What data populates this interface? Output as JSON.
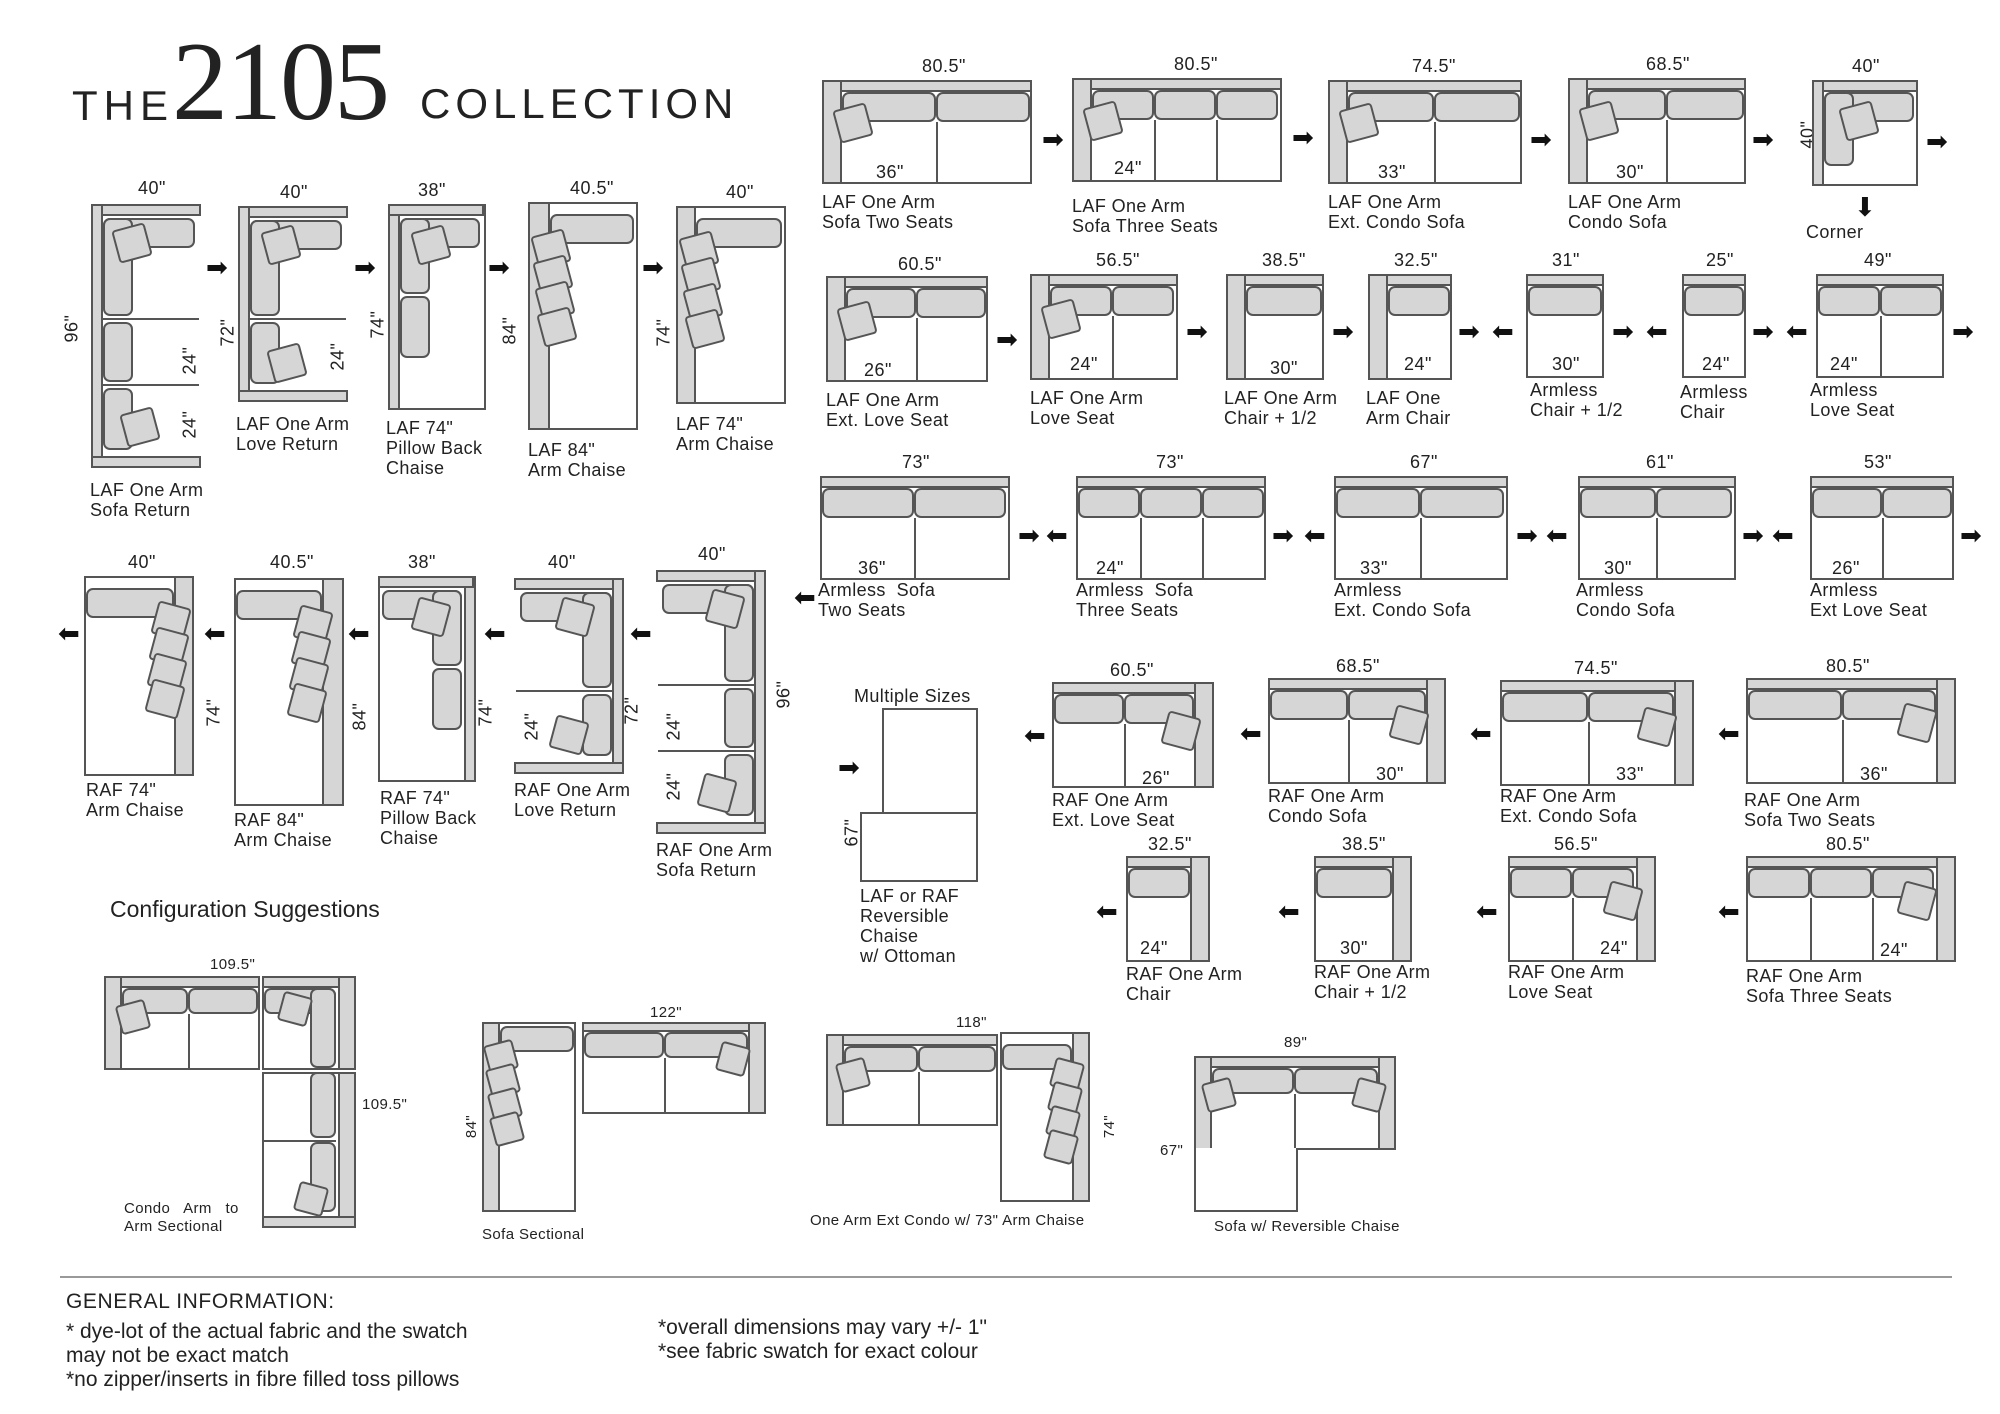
{
  "header": {
    "the": "THE",
    "number": "2105",
    "collection": "COLLECTION"
  },
  "config_heading": "Configuration Suggestions",
  "general": {
    "heading": "GENERAL INFORMATION:",
    "left_notes": [
      "* dye-lot of the actual fabric and the swatch",
      "may not be exact match",
      "*no zipper/inserts in fibre filled toss pillows"
    ],
    "right_notes": [
      "*overall dimensions may vary +/- 1\"",
      "*see fabric swatch for exact colour"
    ]
  },
  "multiple_sizes": {
    "label": "Multiple Sizes",
    "dim": "67\"",
    "caption": "LAF or RAF\nReversible\nChaise\nw/ Ottoman"
  },
  "corner_label": "Corner",
  "pieces": [
    {
      "id": "laf-one-arm-sofa-return",
      "w": "40\"",
      "h": "96\"",
      "seats": [
        "24\"",
        "24\""
      ],
      "label": "LAF One Arm\nSofa Return"
    },
    {
      "id": "laf-one-arm-love-return",
      "w": "40\"",
      "h": "72\"",
      "seats": [
        "24\""
      ],
      "label": "LAF One Arm\nLove Return"
    },
    {
      "id": "laf-74-pillow-back-chaise",
      "w": "38\"",
      "h": "74\"",
      "label": "LAF 74\"\nPillow Back\nChaise"
    },
    {
      "id": "laf-84-arm-chaise",
      "w": "40.5\"",
      "h": "84\"",
      "label": "LAF 84\"\nArm Chaise"
    },
    {
      "id": "laf-74-arm-chaise",
      "w": "40\"",
      "h": "74\"",
      "label": "LAF 74\"\nArm Chaise"
    },
    {
      "id": "raf-74-arm-chaise",
      "w": "40\"",
      "h": "74\"",
      "label": "RAF 74\"\nArm Chaise"
    },
    {
      "id": "raf-84-arm-chaise",
      "w": "40.5\"",
      "h": "84\"",
      "label": "RAF 84\"\nArm Chaise"
    },
    {
      "id": "raf-74-pillow-back-chaise",
      "w": "38\"",
      "h": "74\"",
      "label": "RAF 74\"\nPillow Back\nChaise"
    },
    {
      "id": "raf-one-arm-love-return",
      "w": "40\"",
      "h": "72\"",
      "seats": [
        "24\""
      ],
      "label": "RAF One Arm\nLove Return"
    },
    {
      "id": "raf-one-arm-sofa-return",
      "w": "40\"",
      "h": "96\"",
      "seats": [
        "24\"",
        "24\""
      ],
      "label": "RAF One Arm\nSofa Return"
    },
    {
      "id": "laf-one-arm-sofa-two-seats",
      "w": "80.5\"",
      "seat": "36\"",
      "label": "LAF One Arm\nSofa Two Seats"
    },
    {
      "id": "laf-one-arm-sofa-three-seats",
      "w": "80.5\"",
      "seat": "24\"",
      "label": "LAF One Arm\nSofa Three Seats"
    },
    {
      "id": "laf-one-arm-ext-condo-sofa",
      "w": "74.5\"",
      "seat": "33\"",
      "label": "LAF One Arm\nExt. Condo Sofa"
    },
    {
      "id": "laf-one-arm-condo-sofa",
      "w": "68.5\"",
      "seat": "30\"",
      "label": "LAF One Arm\nCondo Sofa"
    },
    {
      "id": "corner",
      "w": "40\"",
      "h": "40\"",
      "label": "Corner"
    },
    {
      "id": "laf-one-arm-ext-love-seat",
      "w": "60.5\"",
      "seat": "26\"",
      "label": "LAF One Arm\nExt. Love Seat"
    },
    {
      "id": "laf-one-arm-love-seat",
      "w": "56.5\"",
      "seat": "24\"",
      "label": "LAF One Arm\nLove Seat"
    },
    {
      "id": "laf-one-arm-chair-half",
      "w": "38.5\"",
      "seat": "30\"",
      "label": "LAF One Arm\nChair + 1/2"
    },
    {
      "id": "laf-one-arm-chair",
      "w": "32.5\"",
      "seat": "24\"",
      "label": "LAF One\nArm Chair"
    },
    {
      "id": "armless-chair-half",
      "w": "31\"",
      "seat": "30\"",
      "label": "Armless\nChair + 1/2"
    },
    {
      "id": "armless-chair",
      "w": "25\"",
      "seat": "24\"",
      "label": "Armless\nChair"
    },
    {
      "id": "armless-love-seat",
      "w": "49\"",
      "seat": "24\"",
      "label": "Armless\nLove Seat"
    },
    {
      "id": "armless-sofa-two-seats",
      "w": "73\"",
      "seat": "36\"",
      "label": "Armless  Sofa\nTwo Seats"
    },
    {
      "id": "armless-sofa-three-seats",
      "w": "73\"",
      "seat": "24\"",
      "label": "Armless  Sofa\nThree Seats"
    },
    {
      "id": "armless-ext-condo-sofa",
      "w": "67\"",
      "seat": "33\"",
      "label": "Armless\nExt. Condo Sofa"
    },
    {
      "id": "armless-condo-sofa",
      "w": "61\"",
      "seat": "30\"",
      "label": "Armless\nCondo Sofa"
    },
    {
      "id": "armless-ext-love-seat",
      "w": "53\"",
      "seat": "26\"",
      "label": "Armless\nExt Love Seat"
    },
    {
      "id": "raf-one-arm-ext-love-seat",
      "w": "60.5\"",
      "seat": "26\"",
      "label": "RAF One Arm\nExt. Love Seat"
    },
    {
      "id": "raf-one-arm-condo-sofa",
      "w": "68.5\"",
      "seat": "30\"",
      "label": "RAF One Arm\nCondo Sofa"
    },
    {
      "id": "raf-one-arm-ext-condo-sofa",
      "w": "74.5\"",
      "seat": "33\"",
      "label": "RAF One Arm\nExt. Condo Sofa"
    },
    {
      "id": "raf-one-arm-sofa-two-seats",
      "w": "80.5\"",
      "seat": "36\"",
      "label": "RAF One Arm\nSofa Two Seats"
    },
    {
      "id": "raf-one-arm-chair",
      "w": "32.5\"",
      "seat": "24\"",
      "label": "RAF One Arm\nChair"
    },
    {
      "id": "raf-one-arm-chair-half",
      "w": "38.5\"",
      "seat": "30\"",
      "label": "RAF One Arm\nChair + 1/2"
    },
    {
      "id": "raf-one-arm-love-seat",
      "w": "56.5\"",
      "seat": "24\"",
      "label": "RAF One Arm\nLove Seat"
    },
    {
      "id": "raf-one-arm-sofa-three-seats",
      "w": "80.5\"",
      "seat": "24\"",
      "label": "RAF One Arm\nSofa Three Seats"
    }
  ],
  "configs": [
    {
      "id": "condo-arm-to-arm",
      "dims": [
        "109.5\"",
        "109.5\""
      ],
      "label": "Condo   Arm   to\nArm Sectional"
    },
    {
      "id": "sofa-sectional",
      "dims": [
        "122\"",
        "84\""
      ],
      "label": "Sofa Sectional"
    },
    {
      "id": "one-arm-ext-condo",
      "dims": [
        "118\"",
        "74\""
      ],
      "label": "One Arm Ext Condo w/ 73\" Arm Chaise"
    },
    {
      "id": "sofa-reversible-chaise",
      "dims": [
        "89\"",
        "67\""
      ],
      "label": "Sofa w/ Reversible Chaise"
    }
  ],
  "colors": {
    "fill": "#d6d6d6",
    "stroke": "#555555",
    "text": "#222222"
  }
}
